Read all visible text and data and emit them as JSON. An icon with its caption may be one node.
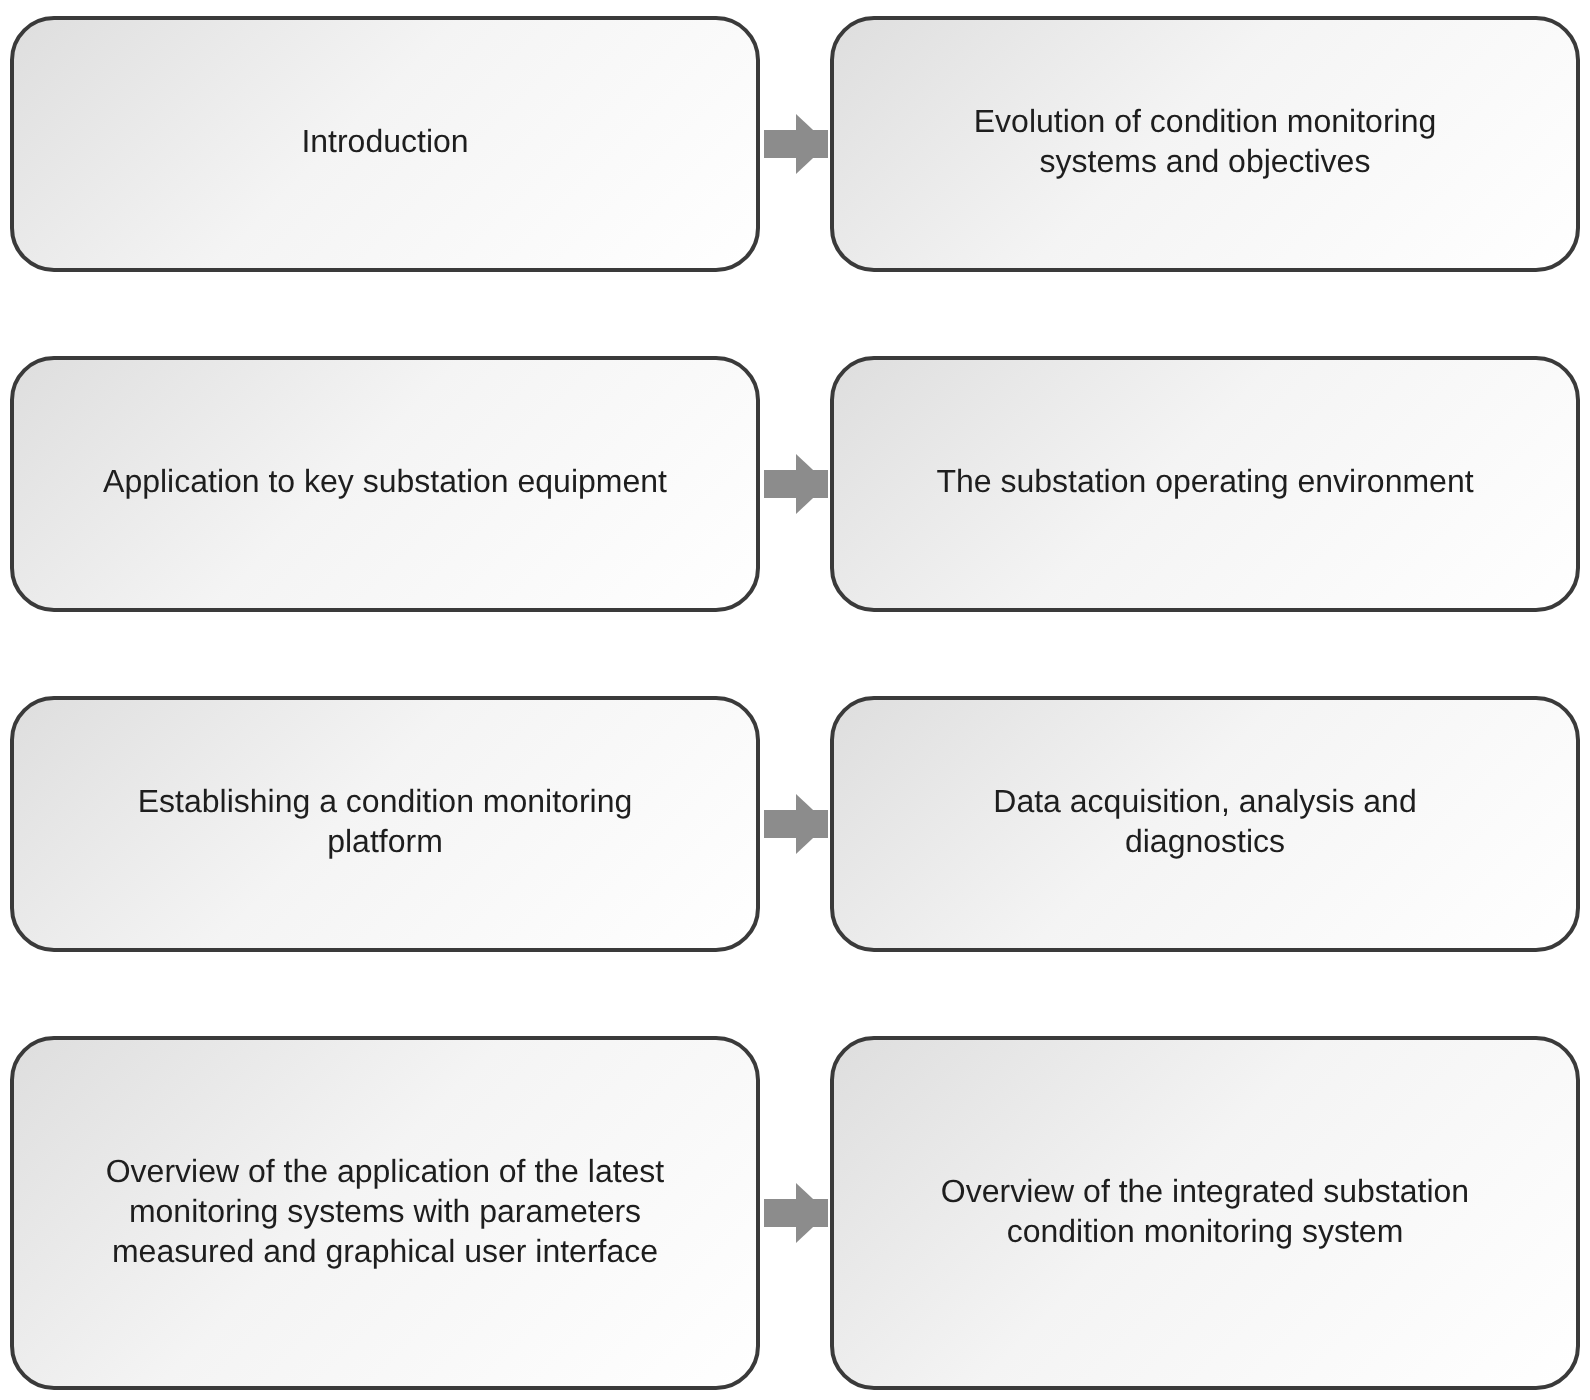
{
  "diagram": {
    "nodes": [
      {
        "text": [
          "Introduction"
        ]
      },
      {
        "text": [
          "Evolution of condition monitoring systems and objectives"
        ]
      },
      {
        "text": [
          "Application to key substation equipment"
        ]
      },
      {
        "text": [
          "The substation operating environment"
        ]
      },
      {
        "text": [
          "Establishing a condition monitoring platform"
        ]
      },
      {
        "text": [
          "Data acquisition, analysis and diagnostics"
        ]
      },
      {
        "text": [
          "Overview of the application of the latest monitoring systems with parameters measured and graphical user interface"
        ]
      },
      {
        "text": [
          "Overview of the integrated substation condition monitoring system"
        ]
      }
    ],
    "edges": [
      {
        "from": 0,
        "to": 1,
        "arrow": "to"
      },
      {
        "from": 2,
        "to": 3,
        "arrow": "to"
      },
      {
        "from": 4,
        "to": 5,
        "arrow": "to"
      },
      {
        "from": 6,
        "to": 7,
        "arrow": "to"
      }
    ]
  }
}
